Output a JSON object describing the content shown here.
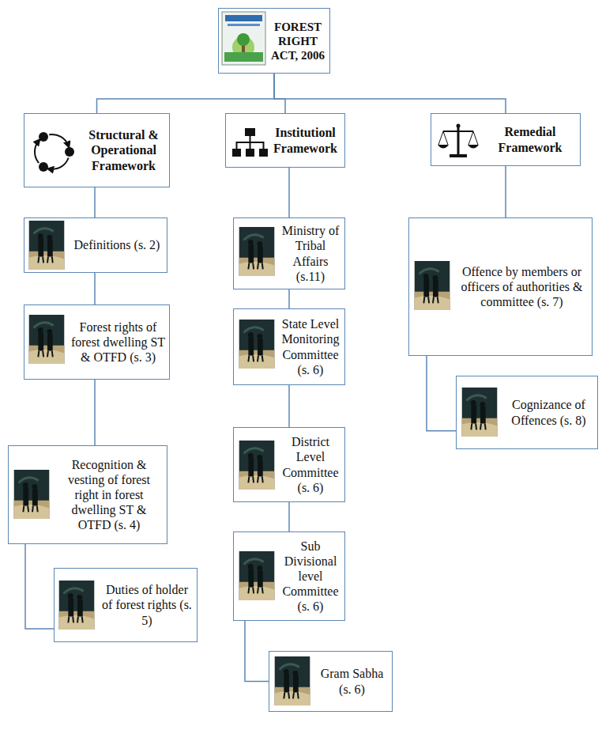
{
  "diagram": {
    "nodes": [
      {
        "text": [
          "FOREST RIGHT ACT, 2006"
        ]
      },
      {
        "text": [
          "Structural & Operational Framework"
        ]
      },
      {
        "text": [
          "Institutionl Framework"
        ]
      },
      {
        "text": [
          "Remedial Framework"
        ]
      },
      {
        "text": [
          "Definitions (s. 2)"
        ]
      },
      {
        "text": [
          "Forest rights of forest dwelling ST & OTFD (s. 3)"
        ]
      },
      {
        "text": [
          "Recognition & vesting of forest right in forest dwelling ST & OTFD (s. 4)"
        ]
      },
      {
        "text": [
          "Duties of holder of forest rights (s. 5)"
        ]
      },
      {
        "text": [
          "Ministry of Tribal Affairs (s.11)"
        ]
      },
      {
        "text": [
          "State Level Monitoring Committee (s. 6)"
        ]
      },
      {
        "text": [
          "District Level Committee (s. 6)"
        ]
      },
      {
        "text": [
          "Sub Divisional level Committee (s. 6)"
        ]
      },
      {
        "text": [
          "Gram Sabha (s. 6)"
        ]
      },
      {
        "text": [
          "Offence by members or officers of authorities & committee (s. 7)"
        ]
      },
      {
        "text": [
          "Cognizance of Offences (s. 8)"
        ]
      }
    ],
    "edges": [
      {
        "from": 0,
        "to": 1,
        "arrow": "none"
      },
      {
        "from": 0,
        "to": 2,
        "arrow": "none"
      },
      {
        "from": 0,
        "to": 3,
        "arrow": "none"
      },
      {
        "from": 1,
        "to": 4,
        "arrow": "none"
      },
      {
        "from": 4,
        "to": 5,
        "arrow": "none"
      },
      {
        "from": 5,
        "to": 6,
        "arrow": "none"
      },
      {
        "from": 6,
        "to": 7,
        "arrow": "none"
      },
      {
        "from": 2,
        "to": 8,
        "arrow": "none"
      },
      {
        "from": 8,
        "to": 9,
        "arrow": "none"
      },
      {
        "from": 9,
        "to": 10,
        "arrow": "none"
      },
      {
        "from": 10,
        "to": 11,
        "arrow": "none"
      },
      {
        "from": 11,
        "to": 12,
        "arrow": "none"
      },
      {
        "from": 3,
        "to": 13,
        "arrow": "none"
      },
      {
        "from": 13,
        "to": 14,
        "arrow": "none"
      }
    ]
  }
}
